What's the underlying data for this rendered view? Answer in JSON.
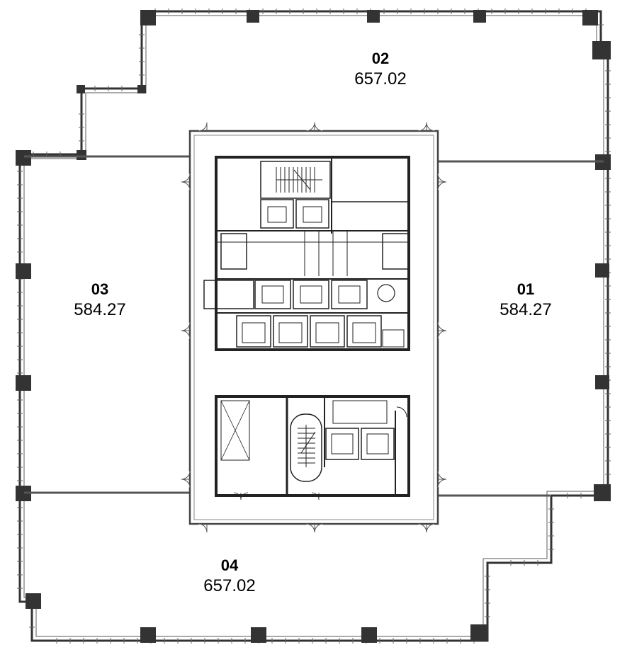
{
  "units": [
    {
      "id": "01",
      "area": "584.27"
    },
    {
      "id": "02",
      "area": "657.02"
    },
    {
      "id": "03",
      "area": "584.27"
    },
    {
      "id": "04",
      "area": "657.02"
    }
  ]
}
